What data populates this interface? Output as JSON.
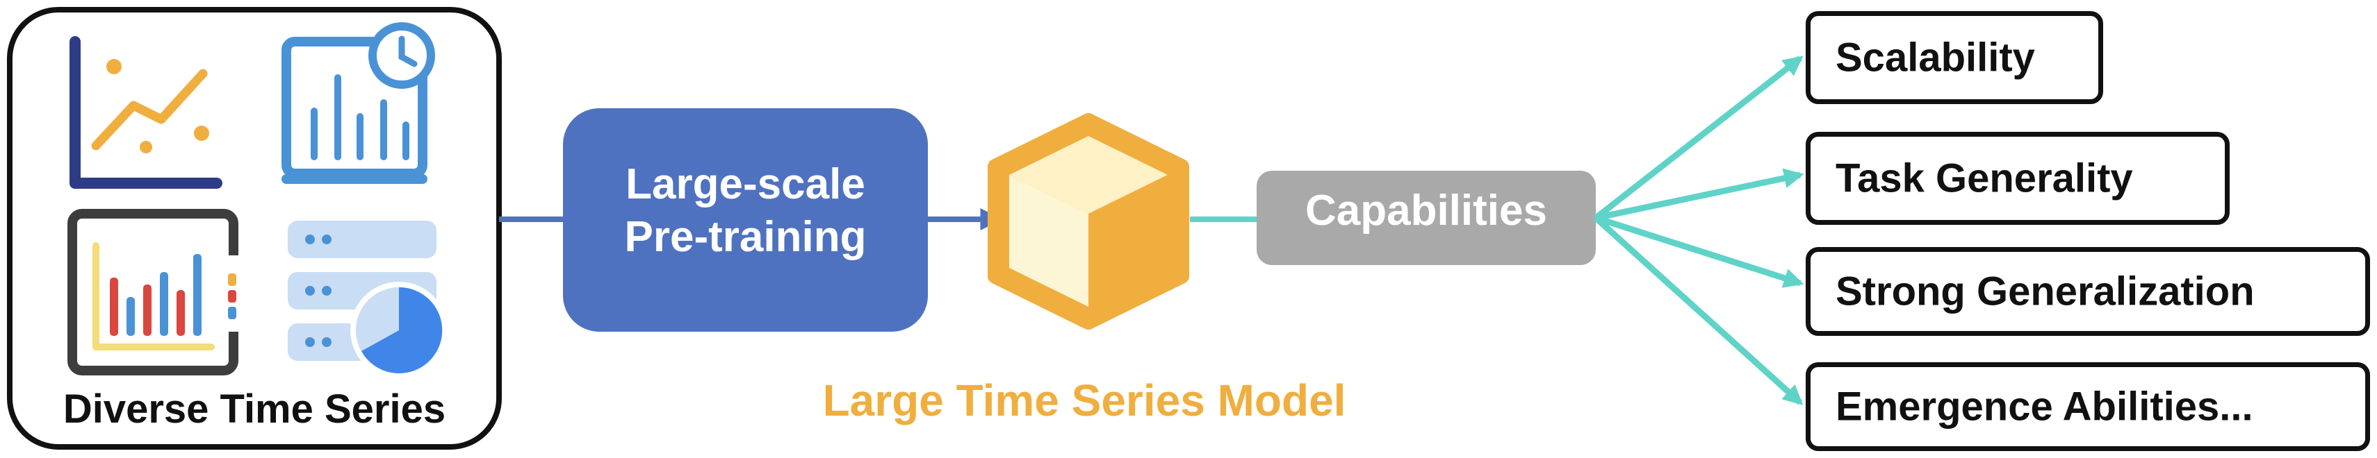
{
  "source": {
    "label": "Diverse Time Series",
    "icons": [
      "line-scatter-chart-icon",
      "dashboard-chart-icon",
      "bar-chart-icon",
      "database-pie-icon"
    ]
  },
  "pretraining": {
    "line1": "Large-scale",
    "line2": "Pre-training",
    "color": "#4f72c0"
  },
  "model": {
    "label": "Large Time Series Model",
    "color": "#f0ae3e",
    "icon": "cube-icon"
  },
  "capabilities": {
    "label": "Capabilities",
    "color": "#a9a9a9",
    "items": [
      "Scalability",
      "Task Generality",
      "Strong Generalization",
      "Emergence Abilities..."
    ]
  },
  "colors": {
    "arrow_blue": "#4f72c0",
    "arrow_teal": "#5fd3c8",
    "border_dark": "#111111"
  }
}
